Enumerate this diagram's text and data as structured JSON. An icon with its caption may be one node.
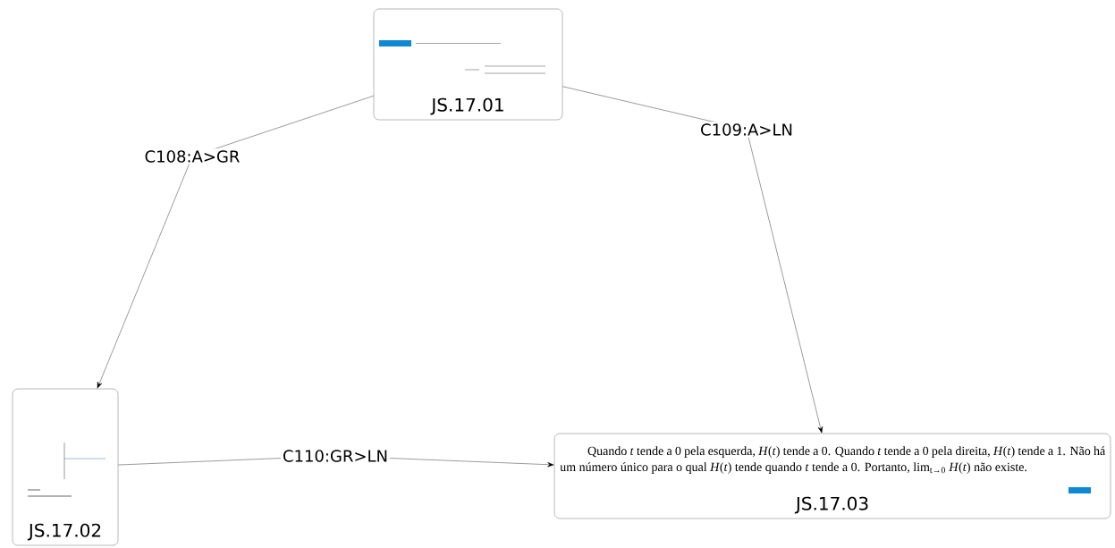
{
  "diagram": {
    "nodes": [
      {
        "text": [
          "JS.17.01"
        ]
      },
      {
        "text": [
          "JS.17.02"
        ]
      },
      {
        "text": [
          "Quando *t* tende a 0 pela esquerda, *H*(*t*) tende a 0. Quando *t* tende a 0 pela direita, *H*(*t*) tende a 1. Não há um número único para o qual *H*(*t*) tende quando *t* tende a 0. Portanto, lim$_{t→0}$ *H*(*t*) não existe.",
          "JS.17.03"
        ]
      }
    ],
    "edges": [
      {
        "from": 0,
        "to": 1,
        "arrow": "to",
        "label": "C108:A>GR"
      },
      {
        "from": 0,
        "to": 2,
        "arrow": "to",
        "label": "C109:A>LN"
      },
      {
        "from": 1,
        "to": 2,
        "arrow": "to",
        "label": "C110:GR>LN"
      }
    ]
  }
}
